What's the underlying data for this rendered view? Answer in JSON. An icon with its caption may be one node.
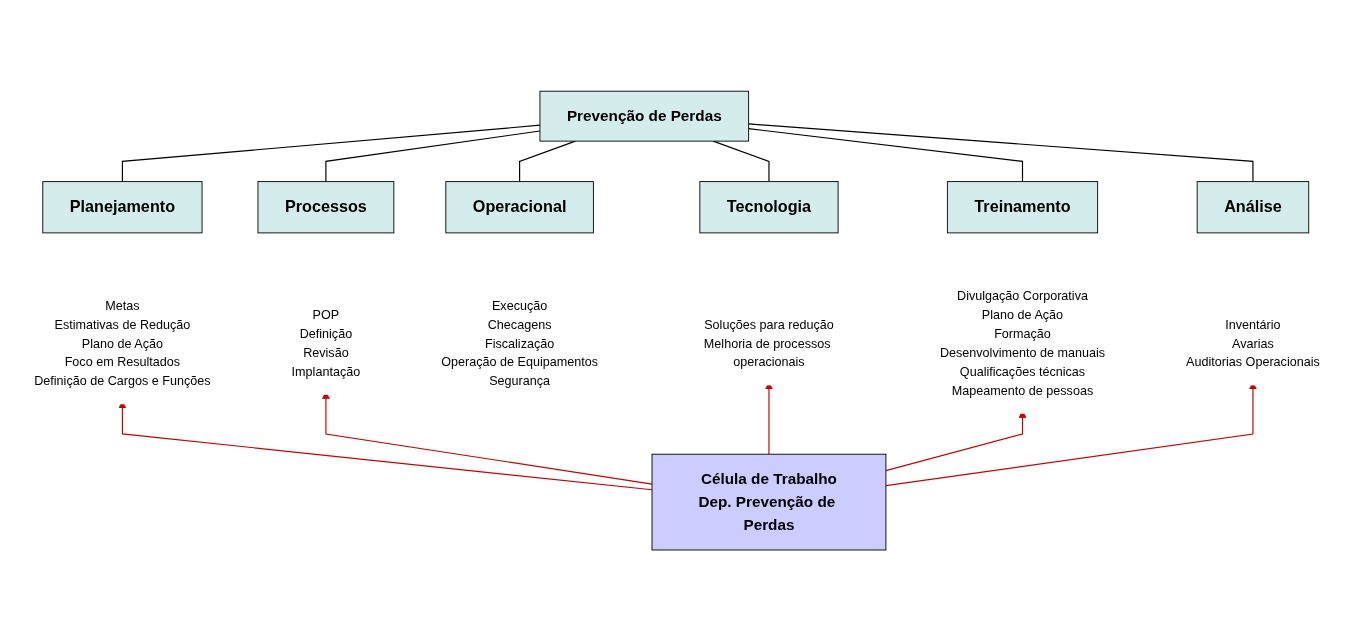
{
  "diagram": {
    "nodes": [
      {
        "text": [
          "Prevenção de Perdas"
        ]
      },
      {
        "text": [
          "Planejamento"
        ]
      },
      {
        "text": [
          "Processos"
        ]
      },
      {
        "text": [
          "Operacional"
        ]
      },
      {
        "text": [
          "Tecnologia"
        ]
      },
      {
        "text": [
          "Treinamento"
        ]
      },
      {
        "text": [
          "Análise"
        ]
      },
      {
        "text": [
          "Metas",
          "Estimativas de Redução",
          "Plano de Ação",
          "Foco em Resultados",
          "Definição de Cargos e Funções"
        ]
      },
      {
        "text": [
          "POP",
          "Definição",
          "Revisão",
          "Implantação"
        ]
      },
      {
        "text": [
          "Execução",
          "Checagens",
          "Fiscalização",
          "Operação de Equipamentos",
          "Segurança"
        ]
      },
      {
        "text": [
          "Soluções para redução",
          "Melhoria de processos operacionais"
        ]
      },
      {
        "text": [
          "Divulgação Corporativa",
          "Plano de Ação",
          "Formação",
          "Desenvolvimento de manuais",
          "Qualificações técnicas",
          "Mapeamento de pessoas"
        ]
      },
      {
        "text": [
          "Inventário",
          "Avarias",
          "Auditorias Operacionais"
        ]
      },
      {
        "text": [
          "Célula de Trabalho",
          "Dep. Prevenção de Perdas"
        ]
      }
    ],
    "edges": [
      {
        "from": 0,
        "to": 1,
        "arrow": "none"
      },
      {
        "from": 0,
        "to": 2,
        "arrow": "none"
      },
      {
        "from": 0,
        "to": 3,
        "arrow": "none"
      },
      {
        "from": 0,
        "to": 4,
        "arrow": "none"
      },
      {
        "from": 0,
        "to": 5,
        "arrow": "none"
      },
      {
        "from": 0,
        "to": 6,
        "arrow": "none"
      },
      {
        "from": 13,
        "to": 7,
        "arrow": "to",
        "color": "#cc0000"
      },
      {
        "from": 13,
        "to": 8,
        "arrow": "to",
        "color": "#cc0000"
      },
      {
        "from": 13,
        "to": 10,
        "arrow": "to",
        "color": "#cc0000"
      },
      {
        "from": 13,
        "to": 11,
        "arrow": "to",
        "color": "#cc0000"
      },
      {
        "from": 13,
        "to": 12,
        "arrow": "to",
        "color": "#cc0000"
      }
    ]
  }
}
